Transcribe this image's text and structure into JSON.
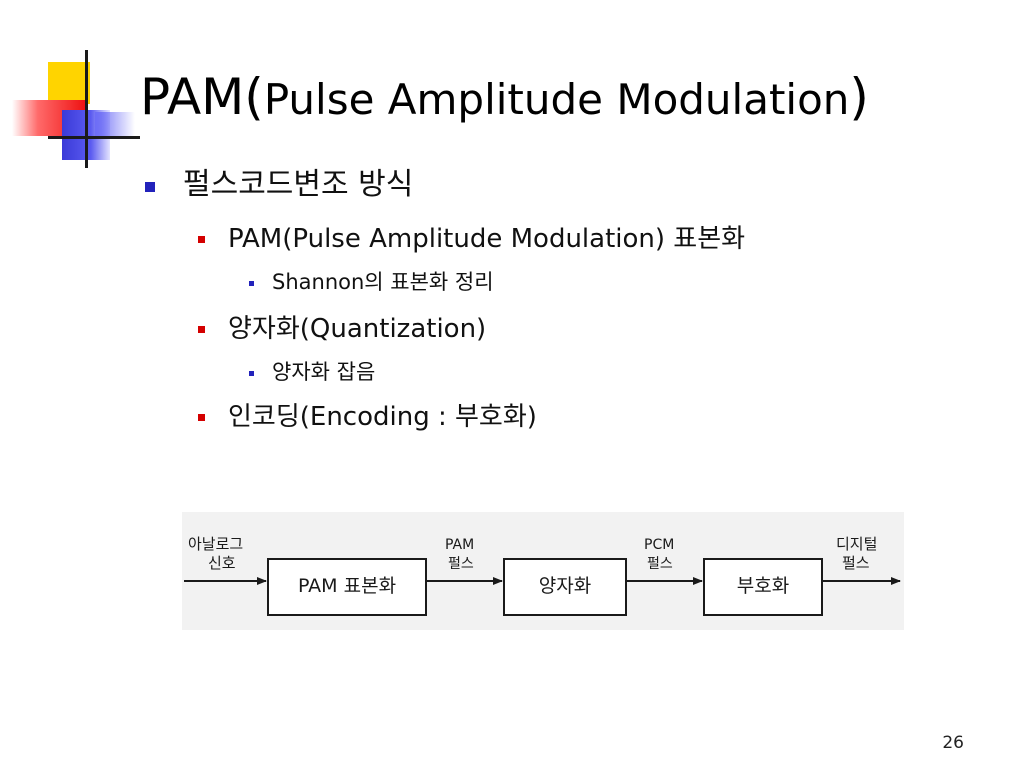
{
  "slide": {
    "title_prefix": "PAM(",
    "title_body": "Pulse Amplitude Modulation",
    "title_suffix": ")",
    "page_number": "26"
  },
  "bullets": [
    {
      "level": 1,
      "text": "펄스코드변조 방식"
    },
    {
      "level": 2,
      "text": "PAM(Pulse Amplitude Modulation) 표본화"
    },
    {
      "level": 3,
      "text": "Shannon의 표본화 정리"
    },
    {
      "level": 2,
      "text": "양자화(Quantization)"
    },
    {
      "level": 3,
      "text": "양자화 잡음"
    },
    {
      "level": 2,
      "text": "인코딩(Encoding : 부호화)"
    }
  ],
  "diagram": {
    "input_label_line1": "아날로그",
    "input_label_line2": "신호",
    "block1": "PAM 표본화",
    "arrow1_line1": "PAM",
    "arrow1_line2": "펄스",
    "block2": "양자화",
    "arrow2_line1": "PCM",
    "arrow2_line2": "펄스",
    "block3": "부호화",
    "output_label_line1": "디지털",
    "output_label_line2": "펄스"
  }
}
